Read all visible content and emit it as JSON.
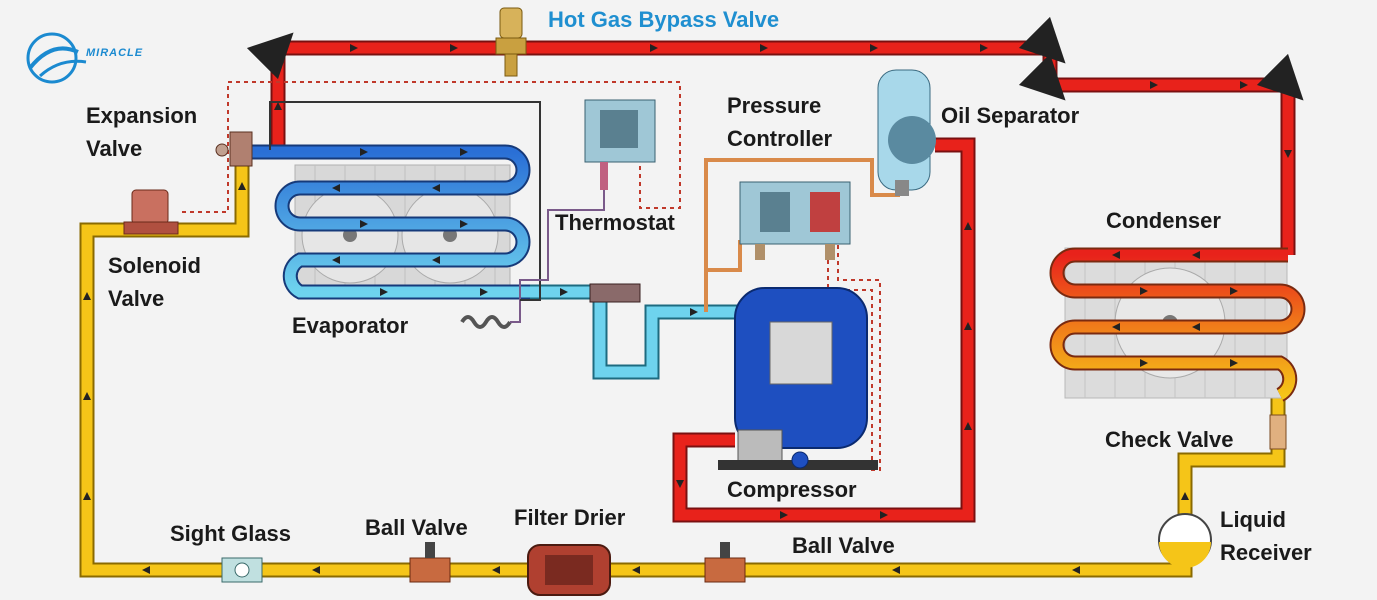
{
  "brand": {
    "logo_text": "MIRACLE",
    "logo_color": "#1b8ad0"
  },
  "labels": {
    "hot_gas_bypass_valve": "Hot Gas Bypass Valve",
    "expansion_valve_1": "Expansion",
    "expansion_valve_2": "Valve",
    "solenoid_valve_1": "Solenoid",
    "solenoid_valve_2": "Valve",
    "evaporator": "Evaporator",
    "thermostat": "Thermostat",
    "pressure_controller_1": "Pressure",
    "pressure_controller_2": "Controller",
    "oil_separator": "Oil Separator",
    "condenser": "Condenser",
    "check_valve": "Check Valve",
    "compressor": "Compressor",
    "liquid_receiver_1": "Liquid",
    "liquid_receiver_2": "Receiver",
    "sight_glass": "Sight Glass",
    "ball_valve_left": "Ball Valve",
    "filter_drier": "Filter Drier",
    "ball_valve_right": "Ball Valve"
  },
  "colors": {
    "hot_gas": "#e8221b",
    "liquid": "#f5c518",
    "suction": "#6ed3ee",
    "evaporator": "#2a7fd6",
    "compressor": "#1e4fc0",
    "control_line": "#d98a4a",
    "title_accent": "#1f8fd0"
  }
}
